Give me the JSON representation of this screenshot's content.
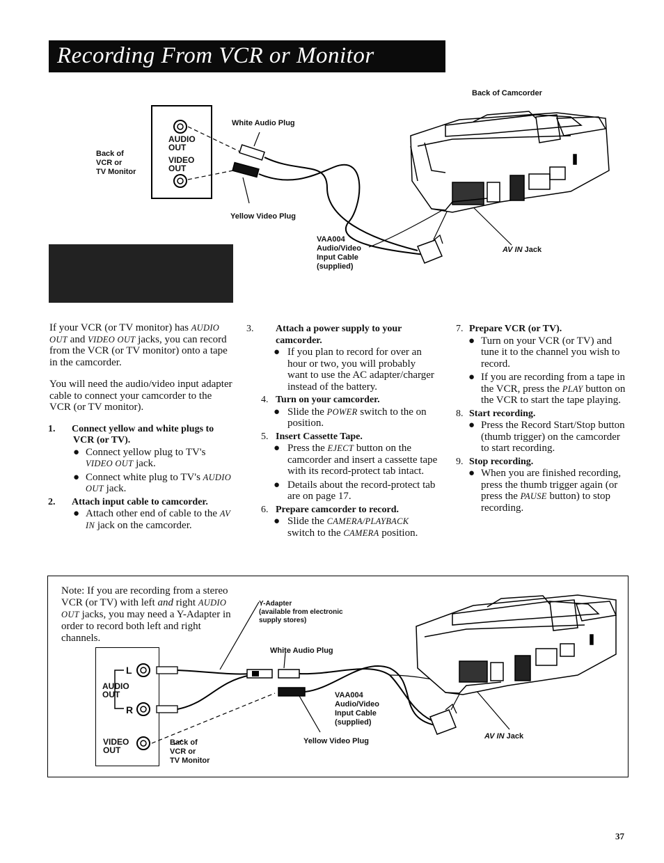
{
  "title": "Recording From VCR or Monitor",
  "top_diagram": {
    "back_camcorder": "Back of Camcorder",
    "white_plug": "White Audio Plug",
    "yellow_plug": "Yellow Video Plug",
    "back_vcr": [
      "Back of",
      "VCR or",
      "TV Monitor"
    ],
    "audio_out": [
      "AUDIO",
      "OUT"
    ],
    "video_out": [
      "VIDEO",
      "OUT"
    ],
    "cable": [
      "VAA004",
      "Audio/Video",
      "Input Cable",
      "(supplied)"
    ],
    "av_in_jack": "AV IN",
    "jack_word": "Jack"
  },
  "intro": {
    "p1a": "If your VCR (or TV monitor) has",
    "p1_audio": "AUDIO OUT",
    "p1_and": "and",
    "p1_video": "VIDEO OUT",
    "p1b": "jacks, you can record from the VCR (or TV monitor) onto a tape in the camcorder.",
    "p2": "You will need the audio/video input adapter cable to connect your camcorder to the VCR (or TV monitor)."
  },
  "steps": {
    "s1": {
      "num": "1.",
      "head": "Connect yellow and white plugs to VCR (or TV).",
      "b1a": "Connect yellow plug to TV's",
      "b1b": "VIDEO OUT",
      "b1c": "jack.",
      "b2a": "Connect white plug to TV's",
      "b2b": "AUDIO OUT",
      "b2c": "jack."
    },
    "s2": {
      "num": "2.",
      "head": "Attach input cable to camcorder.",
      "b1a": "Attach other end of cable to the",
      "b1b": "AV IN",
      "b1c": "jack on the camcorder."
    },
    "s3": {
      "num": "3.",
      "head": "Attach a power supply to your camcorder.",
      "b1": "If you plan to record for over an hour or two, you will probably want to use the AC adapter/charger instead of the battery."
    },
    "s4": {
      "num": "4.",
      "head": "Turn on your camcorder.",
      "b1a": "Slide the",
      "b1b": "POWER",
      "b1c": "switch to the on position."
    },
    "s5": {
      "num": "5.",
      "head": "Insert Cassette Tape.",
      "b1a": "Press the",
      "b1b": "EJECT",
      "b1c": "button on the camcorder and insert a cassette tape with its record-protect tab intact.",
      "b2": "Details about the record-protect tab are on page 17."
    },
    "s6": {
      "num": "6.",
      "head": "Prepare camcorder to record.",
      "b1a": "Slide the",
      "b1b": "CAMERA/PLAYBACK",
      "b1c": "switch to the",
      "b1d": "CAMERA",
      "b1e": "position."
    },
    "s7": {
      "num": "7.",
      "head": "Prepare VCR (or TV).",
      "b1": "Turn on your VCR (or TV) and tune it to the channel you wish to record.",
      "b2a": "If you are recording from a tape in the VCR, press the",
      "b2b": "PLAY",
      "b2c": "button on the VCR to start the tape playing."
    },
    "s8": {
      "num": "8.",
      "head": "Start recording.",
      "b1": "Press the Record Start/Stop button (thumb trigger) on the camcorder to start recording."
    },
    "s9": {
      "num": "9.",
      "head": "Stop recording.",
      "b1a": "When you are finished recording, press the thumb trigger again (or press the",
      "b1b": "PAUSE",
      "b1c": "button) to stop recording."
    }
  },
  "note": {
    "a": "Note: If you are recording from a stereo VCR (or TV) with left",
    "and": "and",
    "b": "right",
    "audio": "AUDIO OUT",
    "c": "jacks, you may need a Y-Adapter in order to record both left and right channels."
  },
  "bottom_diagram": {
    "yadapter": [
      "Y-Adapter",
      "(available from electronic",
      "supply stores)"
    ],
    "white_plug": "White Audio Plug",
    "yellow_plug": "Yellow Video Plug",
    "cable": [
      "VAA004",
      "Audio/Video",
      "Input Cable",
      "(supplied)"
    ],
    "av_in_jack": "AV IN",
    "jack_word": "Jack",
    "back_vcr": [
      "Back of",
      "VCR or",
      "TV Monitor"
    ],
    "audio_out": [
      "AUDIO",
      "OUT"
    ],
    "video_out": [
      "VIDEO",
      "OUT"
    ],
    "l": "L",
    "r": "R"
  },
  "page_number": "37"
}
